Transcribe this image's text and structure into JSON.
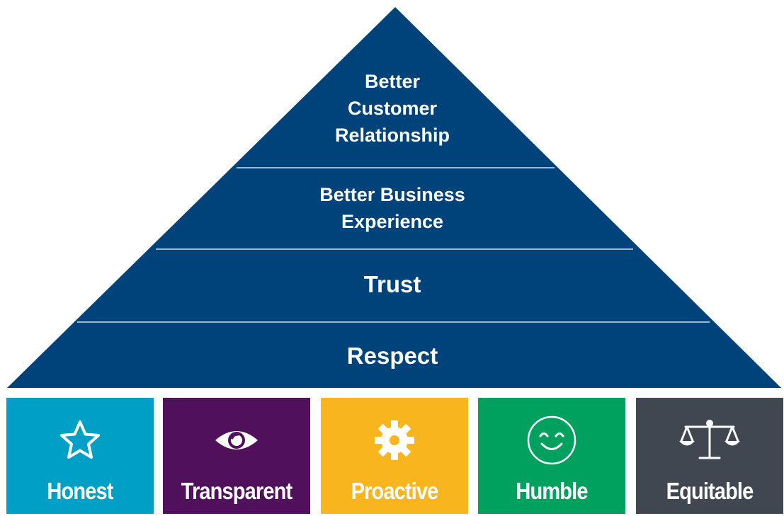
{
  "pyramid": {
    "tiers": [
      {
        "lines": [
          "Better",
          "Customer",
          "Relationship"
        ]
      },
      {
        "lines": [
          "Better Business",
          "Experience"
        ]
      },
      {
        "label": "Trust"
      },
      {
        "label": "Respect"
      }
    ],
    "color": "#00437a",
    "divider_color": "#ffffff"
  },
  "values": [
    {
      "label": "Honest",
      "icon": "star-icon",
      "color": "#00a0c6"
    },
    {
      "label": "Transparent",
      "icon": "eye-icon",
      "color": "#51105b"
    },
    {
      "label": "Proactive",
      "icon": "gear-icon",
      "color": "#f8b51d"
    },
    {
      "label": "Humble",
      "icon": "smile-icon",
      "color": "#00a05f"
    },
    {
      "label": "Equitable",
      "icon": "scales-icon",
      "color": "#414750"
    }
  ]
}
